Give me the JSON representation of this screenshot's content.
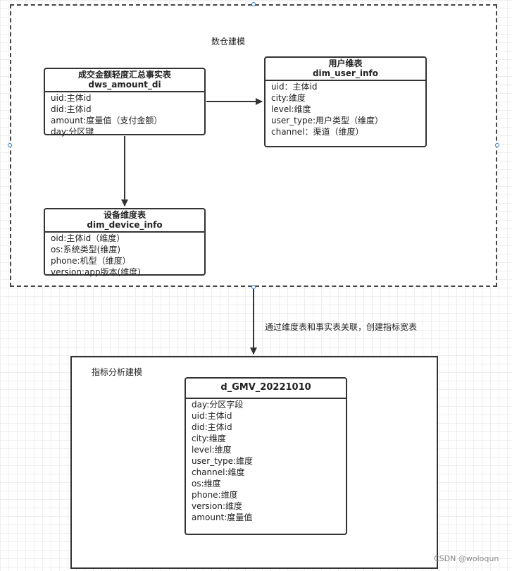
{
  "warehouse": {
    "title": "数仓建模"
  },
  "tables": {
    "fact": {
      "name_cn": "成交金额轻度汇总事实表",
      "name_en": "dws_amount_di",
      "fields": [
        "uid:主体id",
        "did:主体id",
        "amount:度量值（支付金额）",
        "day:分区键"
      ]
    },
    "user": {
      "name_cn": "用户维表",
      "name_en": "dim_user_info",
      "fields": [
        "uid：主体id",
        "city:维度",
        "level:维度",
        "user_type:用户类型（维度）",
        "channel：渠道（维度）"
      ]
    },
    "device": {
      "name_cn": "设备维度表",
      "name_en": "dim_device_info",
      "fields": [
        "oid:主体id（维度）",
        "os:系统类型(维度)",
        "phone:机型（维度）",
        "version:app版本(维度)"
      ]
    },
    "gmv": {
      "name": "d_GMV_20221010",
      "fields": [
        "day:分区字段",
        "uid:主体id",
        "did:主体id",
        "city:维度",
        "level:维度",
        "user_type:维度",
        "channel:维度",
        "os:维度",
        "phone:维度",
        "version:维度",
        "amount:度量值"
      ]
    }
  },
  "connector": {
    "label": "通过维度表和事实表关联，创建指标宽表"
  },
  "analysis": {
    "title": "指标分析建模"
  },
  "watermark": "CSDN @woloqun"
}
